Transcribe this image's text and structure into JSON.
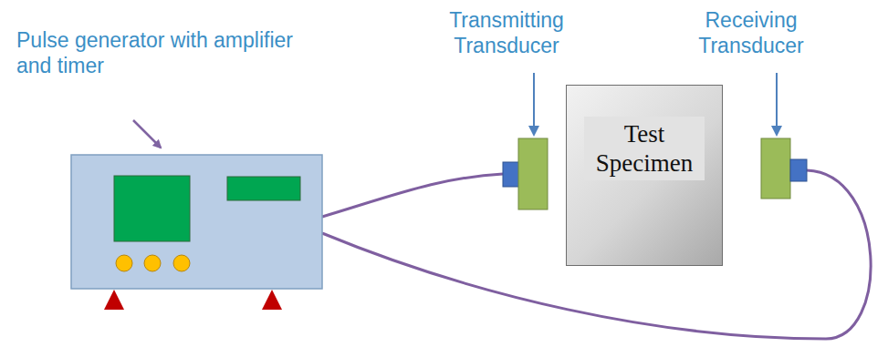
{
  "diagram": {
    "nodes": [
      {
        "text": [
          "Test Specimen"
        ]
      }
    ],
    "labels": [
      "Pulse generator with amplifier and timer",
      "Transmitting Transducer",
      "Receiving Transducer"
    ]
  }
}
